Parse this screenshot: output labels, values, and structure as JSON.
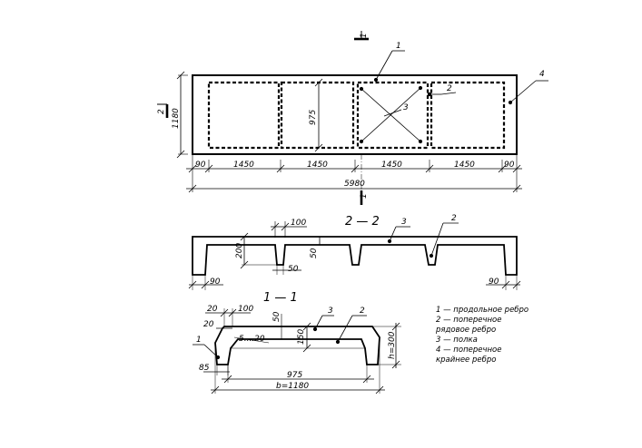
{
  "plan": {
    "dims_bottom": [
      "90",
      "1450",
      "1450",
      "1450",
      "1450",
      "90"
    ],
    "total_length": "5980",
    "height_dim": "1180",
    "inner_dim": "975",
    "section_mark_top": "1",
    "section_mark_bottom": "1",
    "section_mark_left": "2",
    "callouts": [
      "1",
      "2",
      "3",
      "4"
    ]
  },
  "section_22": {
    "title": "2 — 2",
    "dims": [
      "100",
      "200",
      "50",
      "50",
      "90",
      "90"
    ],
    "callouts": [
      "3",
      "2"
    ]
  },
  "section_11": {
    "title": "1 — 1",
    "dims": [
      "20",
      "100",
      "20",
      "50",
      "5....20",
      "150",
      "85",
      "975",
      "b=1180",
      "h=300"
    ],
    "callouts": [
      "1",
      "3",
      "2"
    ]
  },
  "legend": [
    "1 — продольное ребро",
    "2 — поперечное",
    "рядовое ребро",
    "3 — полка",
    "4 — поперечное",
    "крайнее ребро"
  ]
}
